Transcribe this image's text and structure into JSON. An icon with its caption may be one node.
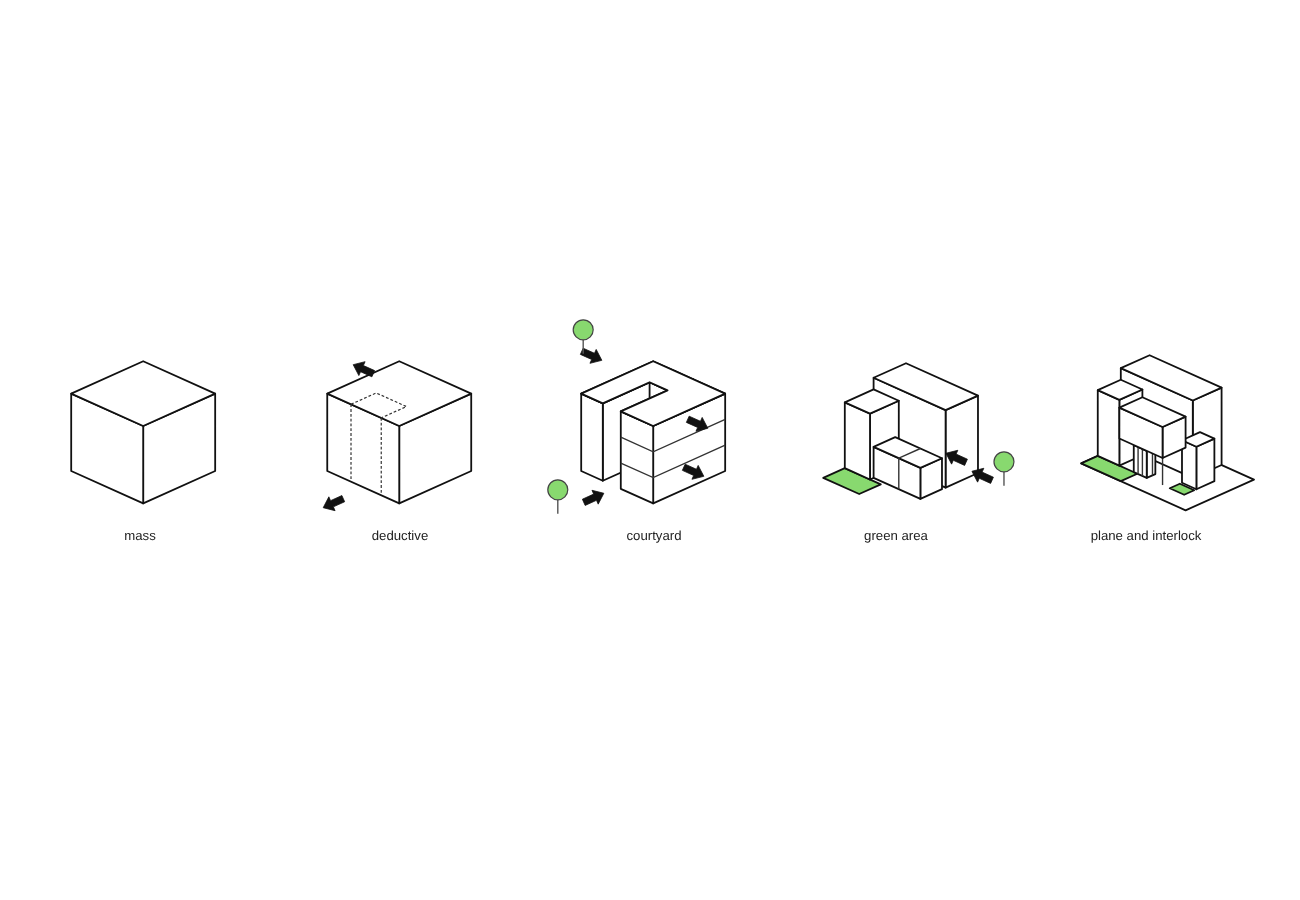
{
  "diagram": {
    "labels": [
      "mass",
      "deductive",
      "courtyard",
      "green area",
      "plane and interlock"
    ]
  }
}
